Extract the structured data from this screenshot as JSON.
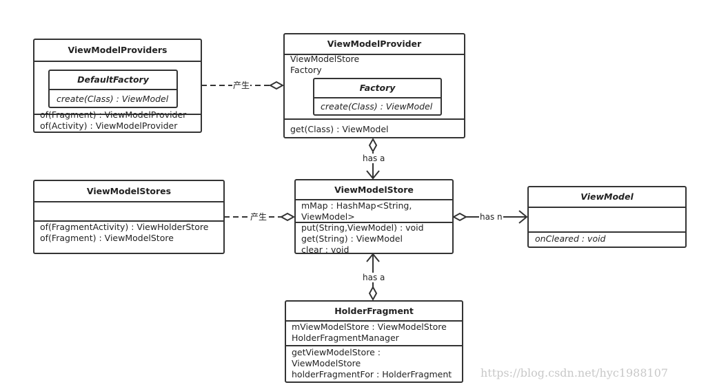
{
  "classes": {
    "providers": {
      "name": "ViewModelProviders",
      "inner": {
        "name": "DefaultFactory",
        "method": "create(Class) : ViewModel"
      },
      "methods": [
        "of(Fragment) : ViewModelProvider",
        "of(Activity) : ViewModelProvider"
      ]
    },
    "provider": {
      "name": "ViewModelProvider",
      "attrs": [
        "ViewModelStore",
        "Factory"
      ],
      "inner": {
        "name": "Factory",
        "method": "create(Class) : ViewModel"
      },
      "methods": [
        "get(Class) : ViewModel"
      ]
    },
    "stores": {
      "name": "ViewModelStores",
      "methods": [
        "of(FragmentActivity) : ViewHolderStore",
        "of(Fragment) : ViewModelStore"
      ]
    },
    "store": {
      "name": "ViewModelStore",
      "attrs": [
        "mMap : HashMap<String,",
        "ViewModel>"
      ],
      "methods": [
        "put(String,ViewModel) : void",
        "get(String) : ViewModel",
        "clear : void"
      ]
    },
    "viewmodel": {
      "name": "ViewModel",
      "methods": [
        "onCleared : void"
      ]
    },
    "holder": {
      "name": "HolderFragment",
      "attrs": [
        "mViewModelStore : ViewModelStore",
        "HolderFragmentManager"
      ],
      "methods": [
        "getViewModelStore :",
        "ViewModelStore",
        "holderFragmentFor : HolderFragment"
      ]
    }
  },
  "relations": {
    "providers_provider": "产生",
    "provider_store": "has a",
    "stores_store": "产生",
    "store_viewmodel": "has n",
    "holder_store": "has a"
  },
  "watermark": "https://blog.csdn.net/hyc1988107"
}
